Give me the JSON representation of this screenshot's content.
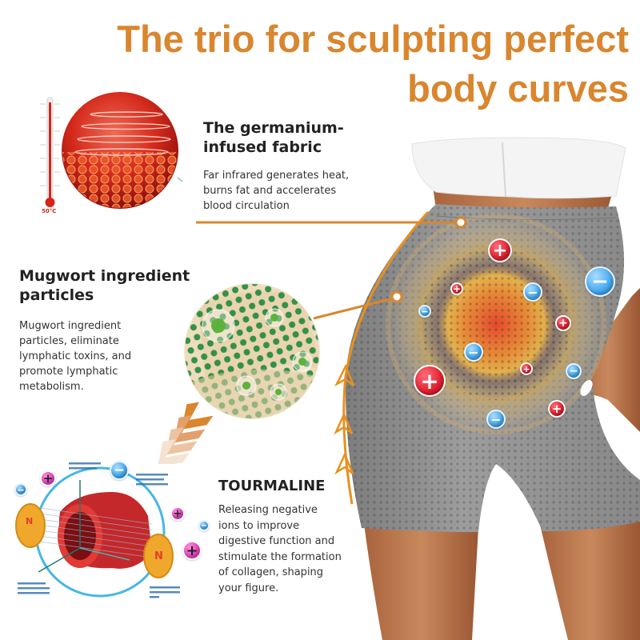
{
  "title": {
    "line1": "The trio for sculpting perfect",
    "line2": "body curves",
    "color": "#d9862e"
  },
  "features": [
    {
      "heading_line1": "The germanium-",
      "heading_line2": "infused fabric",
      "description": [
        "Far infrared generates heat,",
        "burns fat and accelerates",
        "blood circulation"
      ],
      "image": "heated-fabric-sphere-with-thermometer",
      "thermometer_label": "50°C"
    },
    {
      "heading_line1": "Mugwort ingredient",
      "heading_line2": "particles",
      "description": [
        "Mugwort ingredient",
        "particles, eliminate",
        "lymphatic toxins, and",
        "promote lymphatic",
        "metabolism."
      ],
      "image": "mugwort-dotted-fabric-roll"
    },
    {
      "heading_line1": "TOURMALINE",
      "description": [
        "Releasing negative",
        "ions to improve",
        "digestive function and",
        "stimulate the formation",
        "of collagen, shaping",
        "your figure."
      ],
      "image": "blood-vessel-magnetic-field-diagram",
      "magnet_label": "N"
    }
  ],
  "ions": {
    "plus_symbol": "+",
    "minus_symbol": "−"
  },
  "colors": {
    "accent": "#d9862e",
    "connector": "#d9862e",
    "shorts": "#8f8f8f",
    "skin": "#b8754c",
    "ion_positive": "#e0202e",
    "ion_negative": "#45a9ef"
  }
}
